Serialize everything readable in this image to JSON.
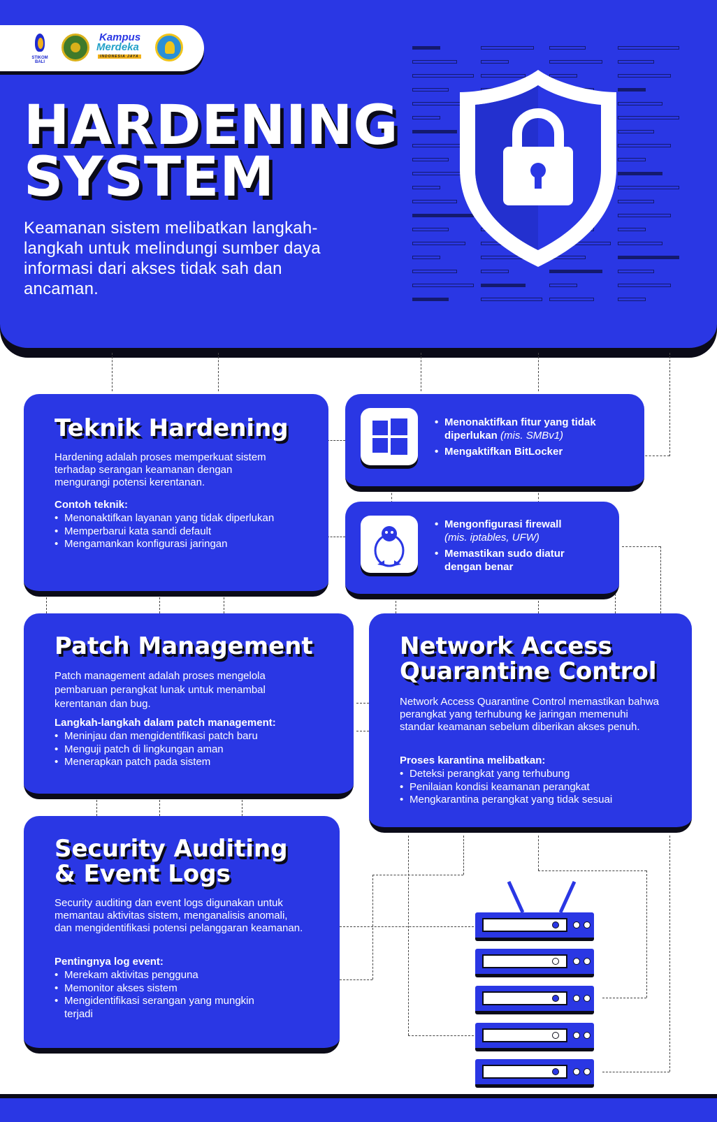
{
  "hero": {
    "title_line1": "HARDENING",
    "title_line2": "SYSTEM",
    "intro": "Keamanan sistem melibatkan langkah-langkah untuk melindungi sumber daya informasi dari akses tidak sah dan ancaman."
  },
  "logos": [
    "institution-flame-logo",
    "university-seal-logo",
    "kampus-merdeka-logo",
    "tut-wuri-handayani-logo"
  ],
  "colors": {
    "primary": "#2a37e4",
    "dark": "#0b0b18",
    "white": "#ffffff"
  },
  "cards": {
    "teknik": {
      "title": "Teknik Hardening",
      "desc": "Hardening adalah proses memperkuat sistem terhadap serangan keamanan dengan mengurangi potensi kerentanan.",
      "sub": "Contoh teknik:",
      "items": [
        "Menonaktifkan layanan yang tidak diperlukan",
        "Memperbarui kata sandi default",
        "Mengamankan konfigurasi jaringan"
      ]
    },
    "windows": {
      "icon": "windows-icon",
      "items": [
        {
          "text": "Menonaktifkan fitur yang tidak diperlukan",
          "note": "(mis. SMBv1)"
        },
        {
          "text": "Mengaktifkan BitLocker",
          "note": ""
        }
      ]
    },
    "linux": {
      "icon": "linux-penguin-icon",
      "items": [
        {
          "text": "Mengonfigurasi firewall",
          "note": "(mis. iptables, UFW)"
        },
        {
          "text": "Memastikan sudo diatur dengan benar",
          "note": ""
        }
      ]
    },
    "patch": {
      "title": "Patch Management",
      "desc": "Patch management adalah proses mengelola pembaruan perangkat lunak untuk menambal kerentanan dan bug.",
      "sub": "Langkah-langkah dalam patch management:",
      "items": [
        "Meninjau dan mengidentifikasi patch baru",
        "Menguji patch di lingkungan aman",
        "Menerapkan patch pada sistem"
      ]
    },
    "naqc": {
      "title_line1": "Network Access",
      "title_line2": "Quarantine Control",
      "desc": "Network Access Quarantine Control memastikan bahwa perangkat yang terhubung ke jaringan memenuhi standar keamanan sebelum diberikan akses penuh.",
      "sub": "Proses karantina melibatkan:",
      "items": [
        "Deteksi perangkat yang terhubung",
        "Penilaian kondisi keamanan perangkat",
        "Mengkarantina perangkat yang tidak sesuai"
      ]
    },
    "audit": {
      "title_line1": "Security Auditing",
      "title_line2": "& Event Logs",
      "desc": "Security auditing dan event logs digunakan untuk memantau aktivitas sistem, menganalisis anomali, dan mengidentifikasi potensi pelanggaran keamanan.",
      "sub": "Pentingnya log event:",
      "items": [
        "Merekam aktivitas pengguna",
        "Memonitor akses sistem",
        "Mengidentifikasi serangan yang mungkin terjadi"
      ]
    }
  },
  "illustrations": {
    "shield": "shield-lock-icon",
    "server": "server-rack-icon"
  }
}
